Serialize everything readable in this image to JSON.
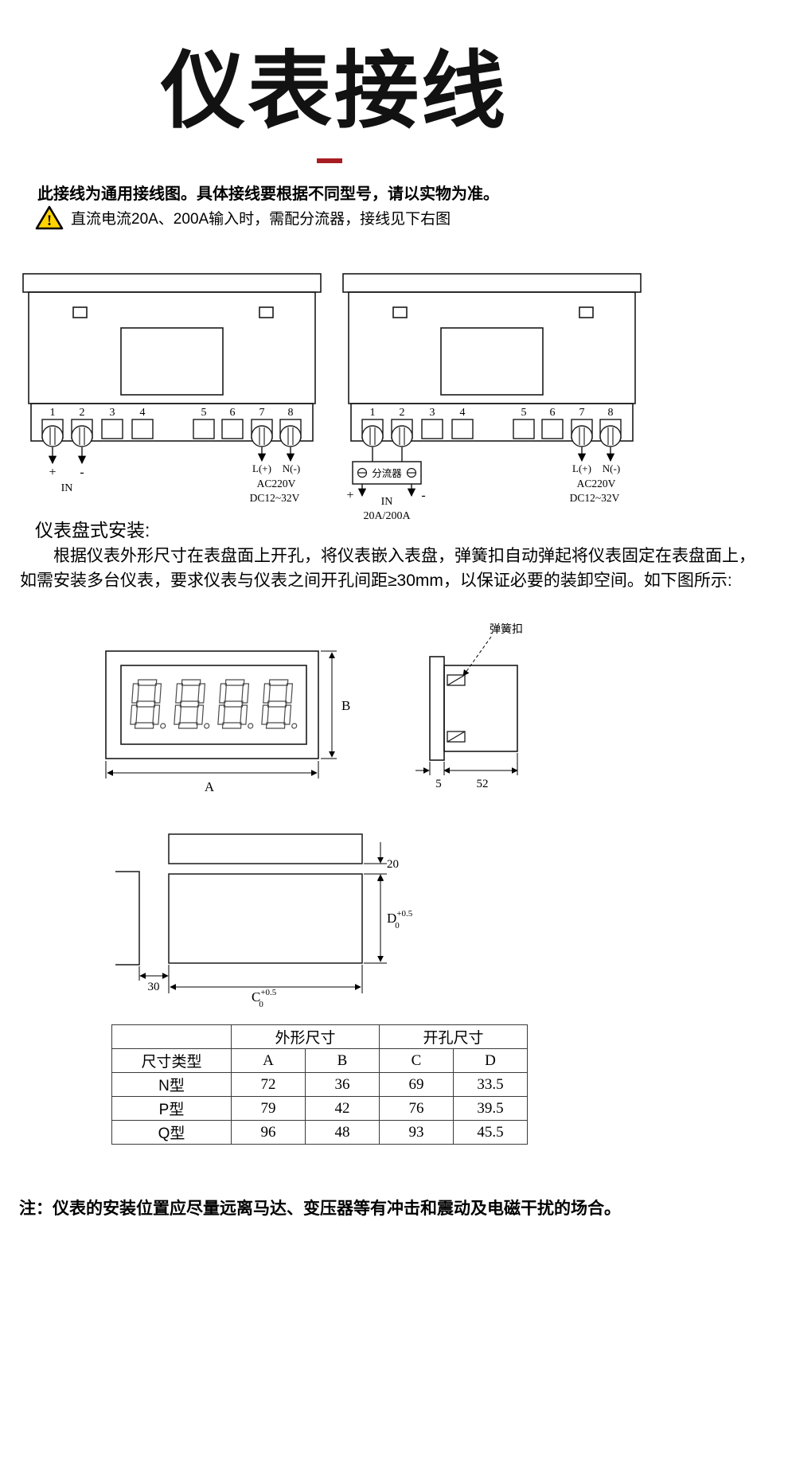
{
  "page": {
    "title": "仪表接线",
    "intro": "此接线为通用接线图。具体接线要根据不同型号，请以实物为准。",
    "warning": "直流电流20A、200A输入时，需配分流器，接线见下右图",
    "note": "注：仪表的安装位置应尽量远离马达、变压器等有冲击和震动及电磁干扰的场合。",
    "accent_red": "#a81d22"
  },
  "icons": {
    "warning_mark": "!"
  },
  "wiring": {
    "terminals": [
      "1",
      "2",
      "3",
      "4",
      "5",
      "6",
      "7",
      "8"
    ],
    "left": {
      "plus": "+",
      "minus": "-",
      "in": "IN",
      "line": "L(+)",
      "neutral": "N(-)",
      "ac": "AC220V",
      "dc": "DC12~32V"
    },
    "right": {
      "shunt": "分流器",
      "plus": "+",
      "minus": "-",
      "in": "IN",
      "range": "20A/200A",
      "line": "L(+)",
      "neutral": "N(-)",
      "ac": "AC220V",
      "dc": "DC12~32V"
    }
  },
  "install": {
    "heading": "仪表盘式安装:",
    "body": "根据仪表外形尺寸在表盘面上开孔，将仪表嵌入表盘，弹簧扣自动弹起将仪表固定在表盘面上，如需安装多台仪表，要求仪表与仪表之间开孔间距≥30mm，以保证必要的装卸空间。如下图所示:"
  },
  "dims": {
    "front": {
      "a": "A",
      "b": "B"
    },
    "side": {
      "spring": "弹簧扣",
      "bezel": "5",
      "depth": "52"
    },
    "cutout": {
      "top_gap": "20",
      "left_gap": "30",
      "c": "C",
      "d": "D",
      "tol_sup": "+0.5",
      "tol_sub": "0"
    }
  },
  "table": {
    "group_outline": "外形尺寸",
    "group_cutout": "开孔尺寸",
    "col_type": "尺寸类型",
    "cols": [
      "A",
      "B",
      "C",
      "D"
    ],
    "rows": [
      {
        "type": "N型",
        "a": "72",
        "b": "36",
        "c": "69",
        "d": "33.5"
      },
      {
        "type": "P型",
        "a": "79",
        "b": "42",
        "c": "76",
        "d": "39.5"
      },
      {
        "type": "Q型",
        "a": "96",
        "b": "48",
        "c": "93",
        "d": "45.5"
      }
    ]
  }
}
